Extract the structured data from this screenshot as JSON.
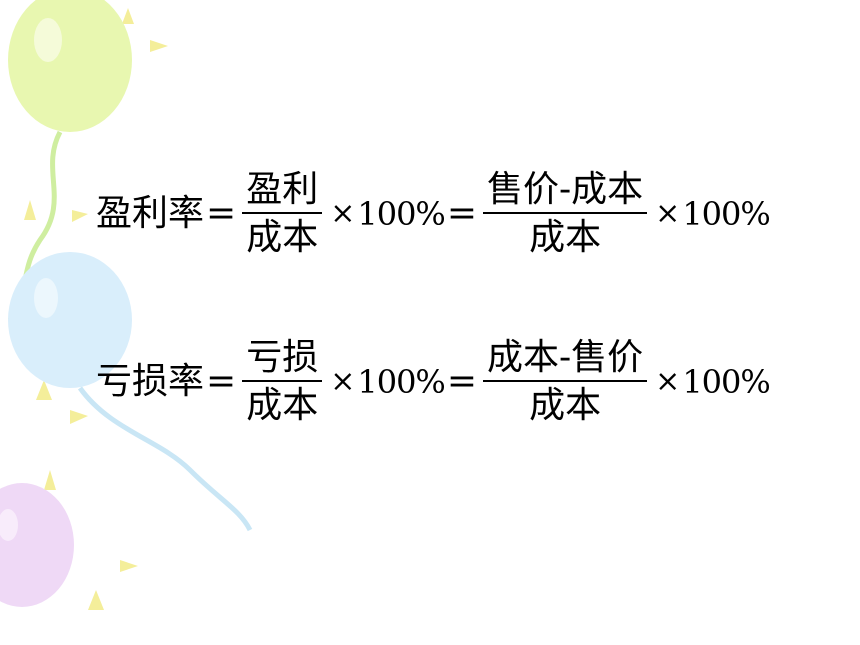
{
  "colors": {
    "balloon_green": "#e8f7b0",
    "balloon_blue": "#d9eefb",
    "balloon_purple": "#efd9f6",
    "sparkle_yellow": "#f4ee9a",
    "string_green": "#cfeea0",
    "string_blue": "#c9e6f5"
  },
  "formulas": [
    {
      "lhs": "盈利率",
      "eq": "=",
      "frac1": {
        "num": "盈利",
        "den": "成本"
      },
      "times": "×",
      "percent": "100%",
      "frac2": {
        "num": "售价-成本",
        "den": "成本"
      }
    },
    {
      "lhs": "亏损率",
      "eq": "=",
      "frac1": {
        "num": "亏损",
        "den": "成本"
      },
      "times": "×",
      "percent": "100%",
      "frac2": {
        "num": "成本-售价",
        "den": "成本"
      }
    }
  ]
}
